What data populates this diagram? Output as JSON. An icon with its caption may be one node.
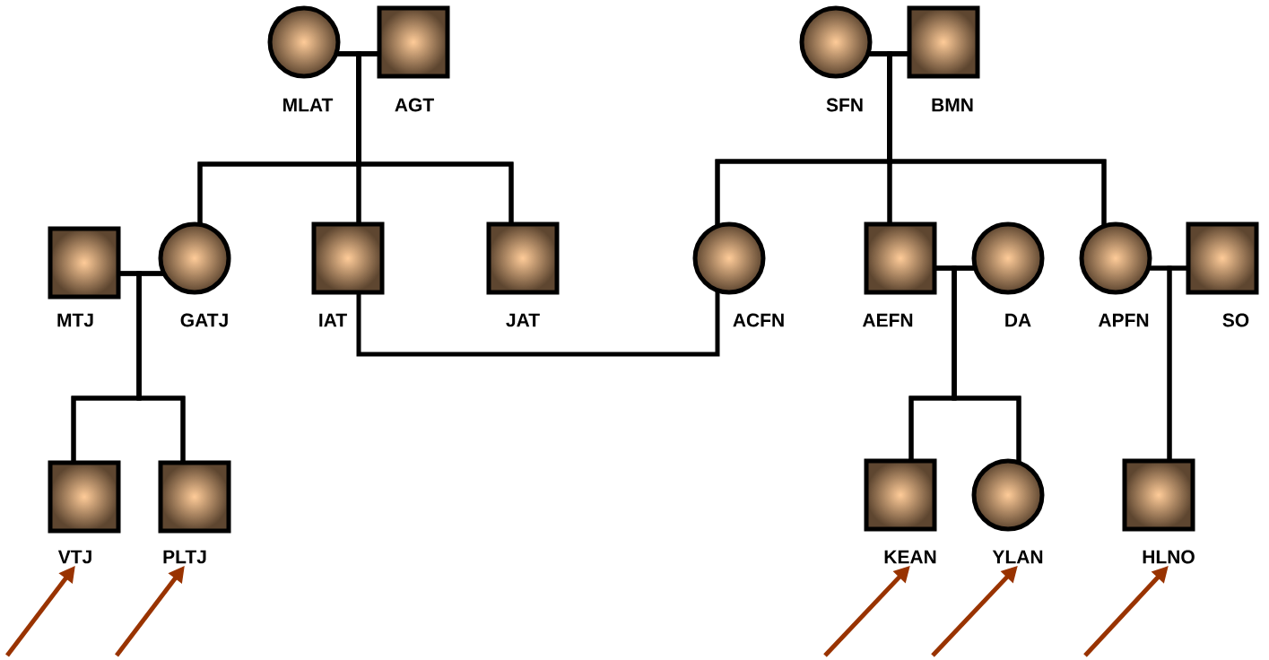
{
  "diagram": {
    "nodes": [
      {
        "text": [
          "MLAT"
        ]
      },
      {
        "text": [
          "AGT"
        ]
      },
      {
        "text": [
          "SFN"
        ]
      },
      {
        "text": [
          "BMN"
        ]
      },
      {
        "text": [
          "MTJ"
        ]
      },
      {
        "text": [
          "GATJ"
        ]
      },
      {
        "text": [
          "IAT"
        ]
      },
      {
        "text": [
          "JAT"
        ]
      },
      {
        "text": [
          "ACFN"
        ]
      },
      {
        "text": [
          "AEFN"
        ]
      },
      {
        "text": [
          "DA"
        ]
      },
      {
        "text": [
          "APFN"
        ]
      },
      {
        "text": [
          "SO"
        ]
      },
      {
        "text": [
          "VTJ"
        ]
      },
      {
        "text": [
          "PLTJ"
        ]
      },
      {
        "text": [
          "KEAN"
        ]
      },
      {
        "text": [
          "YLAN"
        ]
      },
      {
        "text": [
          "HLNO"
        ]
      }
    ],
    "edges": [
      {
        "from": 0,
        "to": 1,
        "arrow": "none"
      },
      {
        "from": 2,
        "to": 3,
        "arrow": "none"
      },
      {
        "from": 4,
        "to": 5,
        "arrow": "none"
      },
      {
        "from": 6,
        "to": 8,
        "arrow": "none"
      },
      {
        "from": 9,
        "to": 10,
        "arrow": "none"
      },
      {
        "from": 11,
        "to": 12,
        "arrow": "none"
      },
      {
        "from": 0,
        "to": 5,
        "arrow": "none"
      },
      {
        "from": 1,
        "to": 5,
        "arrow": "none"
      },
      {
        "from": 0,
        "to": 6,
        "arrow": "none"
      },
      {
        "from": 1,
        "to": 6,
        "arrow": "none"
      },
      {
        "from": 0,
        "to": 7,
        "arrow": "none"
      },
      {
        "from": 1,
        "to": 7,
        "arrow": "none"
      },
      {
        "from": 2,
        "to": 8,
        "arrow": "none"
      },
      {
        "from": 3,
        "to": 8,
        "arrow": "none"
      },
      {
        "from": 2,
        "to": 9,
        "arrow": "none"
      },
      {
        "from": 3,
        "to": 9,
        "arrow": "none"
      },
      {
        "from": 2,
        "to": 11,
        "arrow": "none"
      },
      {
        "from": 3,
        "to": 11,
        "arrow": "none"
      },
      {
        "from": 4,
        "to": 13,
        "arrow": "none"
      },
      {
        "from": 5,
        "to": 13,
        "arrow": "none"
      },
      {
        "from": 4,
        "to": 14,
        "arrow": "none"
      },
      {
        "from": 5,
        "to": 14,
        "arrow": "none"
      },
      {
        "from": 9,
        "to": 15,
        "arrow": "none"
      },
      {
        "from": 10,
        "to": 15,
        "arrow": "none"
      },
      {
        "from": 9,
        "to": 16,
        "arrow": "none"
      },
      {
        "from": 10,
        "to": 16,
        "arrow": "none"
      },
      {
        "from": 11,
        "to": 17,
        "arrow": "none"
      },
      {
        "from": 12,
        "to": 17,
        "arrow": "none"
      },
      {
        "from": null,
        "to": 13,
        "arrow": "to",
        "color": "#993300"
      },
      {
        "from": null,
        "to": 14,
        "arrow": "to",
        "color": "#993300"
      },
      {
        "from": null,
        "to": 15,
        "arrow": "to",
        "color": "#993300"
      },
      {
        "from": null,
        "to": 16,
        "arrow": "to",
        "color": "#993300"
      },
      {
        "from": null,
        "to": 17,
        "arrow": "to",
        "color": "#993300"
      }
    ]
  }
}
